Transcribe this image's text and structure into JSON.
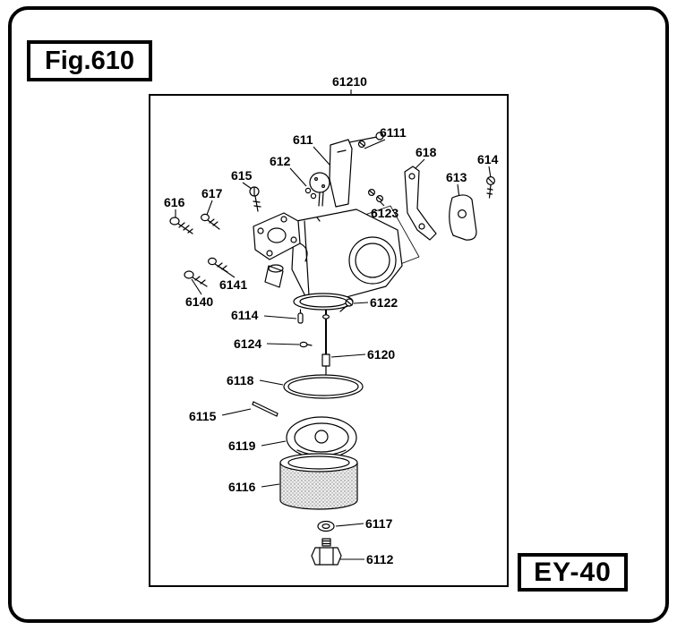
{
  "figure": {
    "label": "Fig.610"
  },
  "model": {
    "label": "EY-40"
  },
  "assembly": {
    "label": "61210"
  },
  "colors": {
    "ink": "#000000",
    "paper": "#ffffff"
  },
  "parts": [
    {
      "label": "611"
    },
    {
      "label": "6111"
    },
    {
      "label": "612"
    },
    {
      "label": "618"
    },
    {
      "label": "614"
    },
    {
      "label": "613"
    },
    {
      "label": "615"
    },
    {
      "label": "6123"
    },
    {
      "label": "616"
    },
    {
      "label": "617"
    },
    {
      "label": "6140"
    },
    {
      "label": "6141"
    },
    {
      "label": "6122"
    },
    {
      "label": "6114"
    },
    {
      "label": "6124"
    },
    {
      "label": "6120"
    },
    {
      "label": "6118"
    },
    {
      "label": "6115"
    },
    {
      "label": "6119"
    },
    {
      "label": "6116"
    },
    {
      "label": "6117"
    },
    {
      "label": "6112"
    }
  ]
}
